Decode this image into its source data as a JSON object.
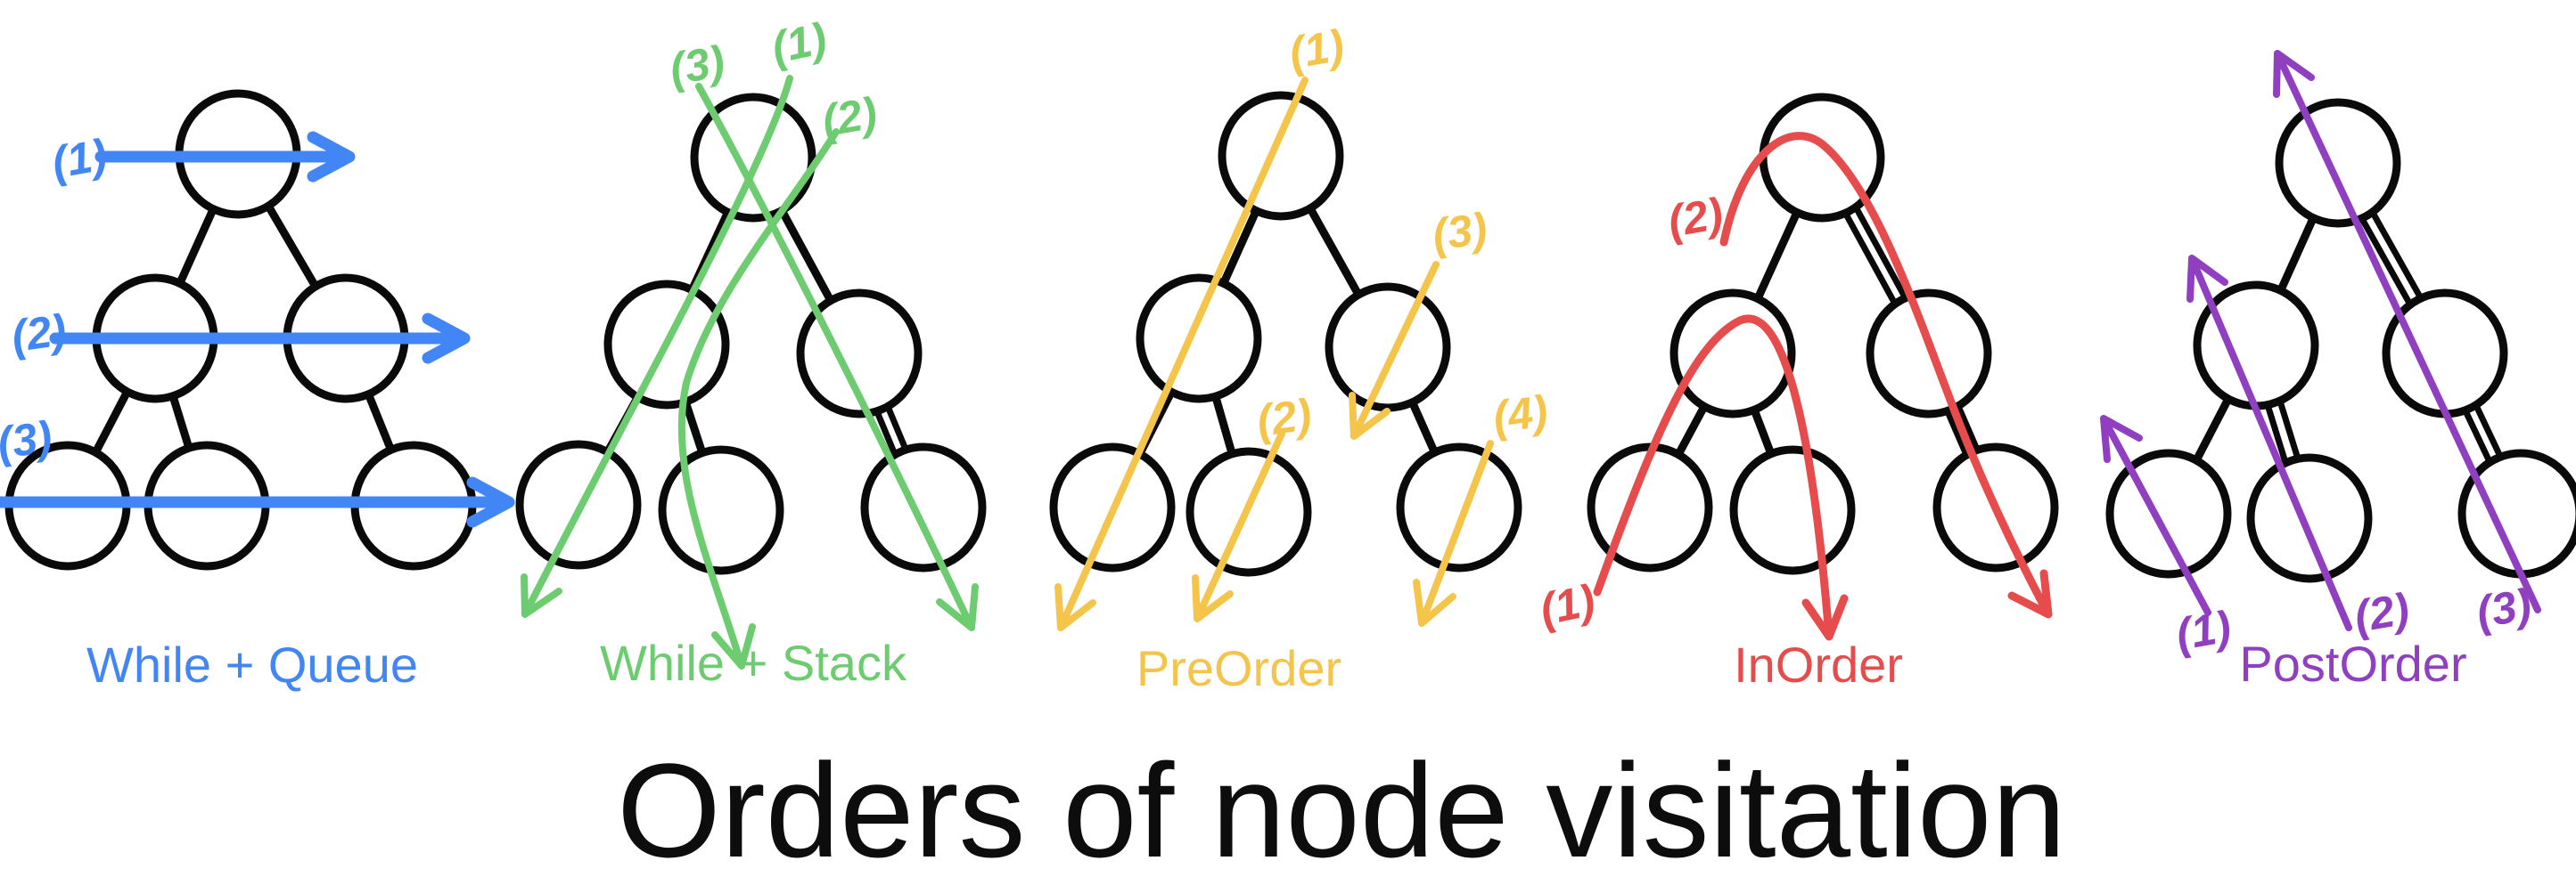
{
  "title": "Orders of node visitation",
  "colors": {
    "background": "#ffffff",
    "tree_outline": "#0a0a0a",
    "while_queue_blue": "#4285F4",
    "while_stack_green": "#6DCC70",
    "preorder_yellow": "#F4C54A",
    "inorder_red": "#E74C4C",
    "postorder_purple": "#8F3FC0"
  },
  "panels": [
    {
      "label": "While + Queue",
      "color": "#4285F4",
      "steps": [
        "(1)",
        "(2)",
        "(3)"
      ]
    },
    {
      "label": "While + Stack",
      "color": "#6DCC70",
      "steps": [
        "(1)",
        "(2)",
        "(3)"
      ]
    },
    {
      "label": "PreOrder",
      "color": "#F4C54A",
      "steps": [
        "(1)",
        "(2)",
        "(3)",
        "(4)"
      ]
    },
    {
      "label": "InOrder",
      "color": "#E74C4C",
      "steps": [
        "(1)",
        "(2)"
      ]
    },
    {
      "label": "PostOrder",
      "color": "#8F3FC0",
      "steps": [
        "(1)",
        "(2)",
        "(3)"
      ]
    }
  ]
}
